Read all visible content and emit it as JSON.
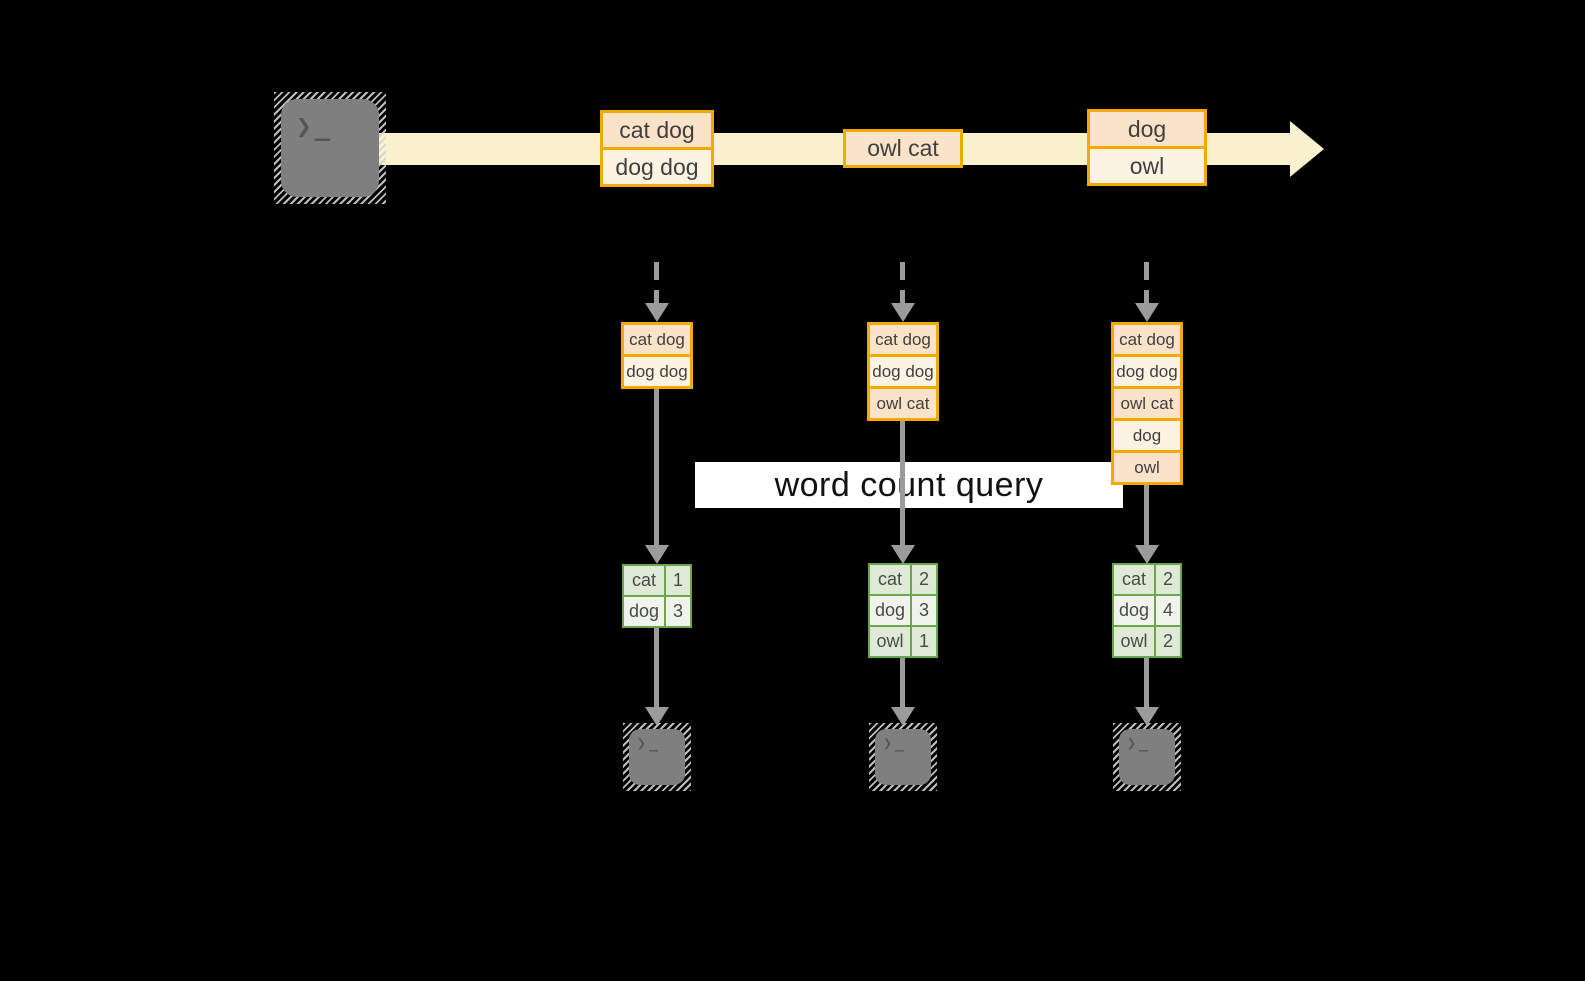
{
  "diagram": {
    "banner": {
      "label": "word count query"
    },
    "stream": {
      "events": [
        {
          "cells": [
            "cat dog",
            "dog dog"
          ]
        },
        {
          "cells": [
            "owl cat"
          ]
        },
        {
          "cells": [
            "dog",
            "owl"
          ]
        }
      ]
    },
    "columns": [
      {
        "buffer": [
          "cat dog",
          "dog dog"
        ],
        "counts": [
          {
            "word": "cat",
            "count": "1"
          },
          {
            "word": "dog",
            "count": "3"
          }
        ]
      },
      {
        "buffer": [
          "cat dog",
          "dog dog",
          "owl cat"
        ],
        "counts": [
          {
            "word": "cat",
            "count": "2"
          },
          {
            "word": "dog",
            "count": "3"
          },
          {
            "word": "owl",
            "count": "1"
          }
        ]
      },
      {
        "buffer": [
          "cat dog",
          "dog dog",
          "owl cat",
          "dog",
          "owl"
        ],
        "counts": [
          {
            "word": "cat",
            "count": "2"
          },
          {
            "word": "dog",
            "count": "4"
          },
          {
            "word": "owl",
            "count": "2"
          }
        ]
      }
    ],
    "icons": {
      "source": "terminal-icon",
      "sinks": [
        "terminal-icon",
        "terminal-icon",
        "terminal-icon"
      ],
      "glyph": "❯",
      "glyph_underscore": "_"
    },
    "colors": {
      "background": "#000000",
      "stream_band": "#FAF1CF",
      "event_border": "#F2A900",
      "event_fill_peach": "#FAE3C8",
      "event_fill_cream": "#FDF3E3",
      "table_border": "#6CA64C",
      "table_fill_dark": "#DEE9D6",
      "table_fill_light": "#F0F4EC",
      "arrow_gray": "#9B9B9B",
      "terminal_gray": "#7F7F7F",
      "banner_bg": "#FFFFFF"
    }
  }
}
